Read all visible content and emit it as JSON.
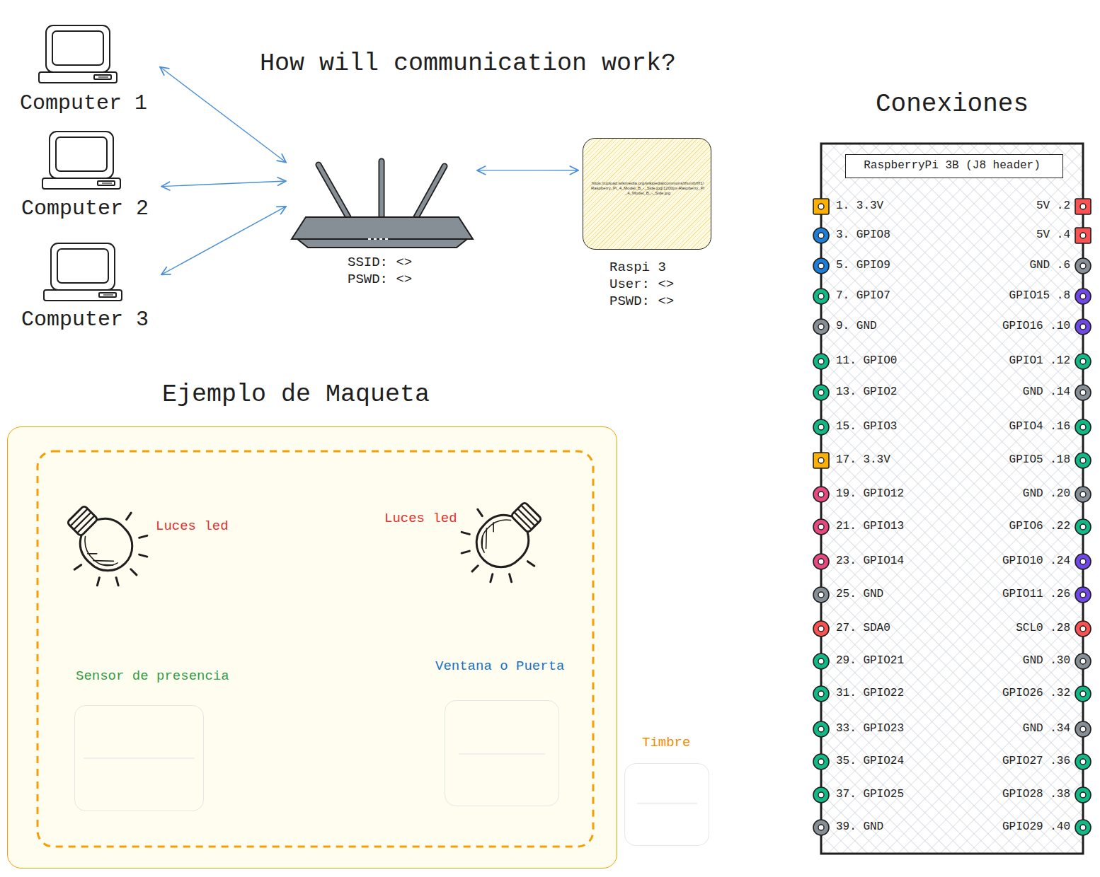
{
  "diagram": {
    "title": "How will communication work?",
    "nodes": [
      {
        "text": [
          "Computer 1"
        ]
      },
      {
        "text": [
          "Computer 2"
        ]
      },
      {
        "text": [
          "Computer 3"
        ]
      },
      {
        "text": [
          "SSID: <>",
          "PSWD: <>"
        ]
      },
      {
        "text": [
          "https://upload.wikimedia.org/wikipedia/commons/thumb/f/f1/Raspberry_Pi_4_Model_B_-_Side.jpg/1200px-Raspberry_Pi_4_Model_B_-_Side.jpg",
          "Raspi 3",
          "User: <>",
          "PSWD: <>"
        ]
      },
      {
        "text": [
          "Conexiones"
        ]
      },
      {
        "text": [
          "RaspberryPi 3B (J8 header)"
        ],
        "in": 5
      },
      {
        "text": [
          "Ejemplo de Maqueta"
        ]
      },
      {
        "text": [
          "Sensor de presencia"
        ],
        "in": 7
      },
      {
        "text": [
          "Ventana o Puerta"
        ],
        "in": 7
      },
      {
        "text": [
          "Timbre"
        ]
      }
    ],
    "edges": [
      {
        "from": 0,
        "to": 3,
        "arrow": "both"
      },
      {
        "from": 1,
        "to": 3,
        "arrow": "both"
      },
      {
        "from": 2,
        "to": 3,
        "arrow": "both"
      },
      {
        "from": 3,
        "to": 4,
        "arrow": "both"
      }
    ],
    "labels": [
      "Luces led",
      "Luces led",
      "1. 3.3V",
      "5V .2",
      "3. GPIO8",
      "5V .4",
      "5. GPIO9",
      "GND .6",
      "7. GPIO7",
      "GPIO15 .8",
      "9. GND",
      "GPIO16 .10",
      "11. GPIO0",
      "GPIO1 .12",
      "13. GPIO2",
      "GND .14",
      "15. GPIO3",
      "GPIO4 .16",
      "17. 3.3V",
      "GPIO5 .18",
      "19. GPIO12",
      "GND .20",
      "21. GPIO13",
      "GPIO6 .22",
      "23. GPIO14",
      "GPIO10 .24",
      "25. GND",
      "GPIO11 .26",
      "27. SDA0",
      "SCL0 .28",
      "29. GPIO21",
      "GND .30",
      "31. GPIO22",
      "GPIO26 .32",
      "33. GPIO23",
      "GND .34",
      "35. GPIO24",
      "GPIO27 .36",
      "37. GPIO25",
      "GPIO28 .38",
      "39. GND",
      "GPIO29 .40"
    ]
  }
}
